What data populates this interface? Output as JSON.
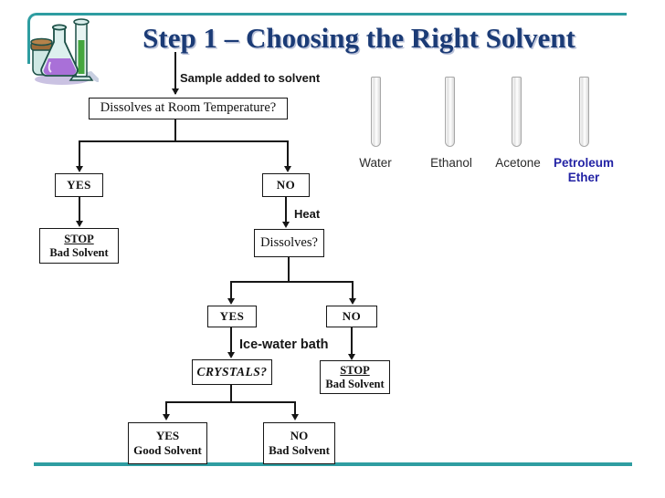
{
  "title": "Step 1 – Choosing the Right Solvent",
  "flowchart": {
    "sample_label": "Sample added to solvent",
    "heat_label": "Heat",
    "ice_water_label": "Ice-water bath",
    "boxes": {
      "dissolves_rt": "Dissolves at Room Temperature?",
      "rt_yes": "YES",
      "rt_no": "NO",
      "stop1": {
        "line1": "STOP",
        "line2": "Bad Solvent"
      },
      "dissolves_heated": "Dissolves?",
      "heat_yes": "YES",
      "heat_no": "NO",
      "crystals": "CRYSTALS?",
      "stop2": {
        "line1": "STOP",
        "line2": "Bad Solvent"
      },
      "good_solvent": {
        "line1": "YES",
        "line2": "Good Solvent"
      },
      "bad_solvent": {
        "line1": "NO",
        "line2": "Bad Solvent"
      }
    }
  },
  "solvents": {
    "labels": [
      "Water",
      "Ethanol",
      "Acetone"
    ],
    "petroleum": {
      "line1": "Petroleum",
      "line2": "Ether"
    }
  },
  "colors": {
    "title_navy": "#1B3B76",
    "frame_teal": "#2E9DA1",
    "petroleum_blue": "#2424A5"
  }
}
